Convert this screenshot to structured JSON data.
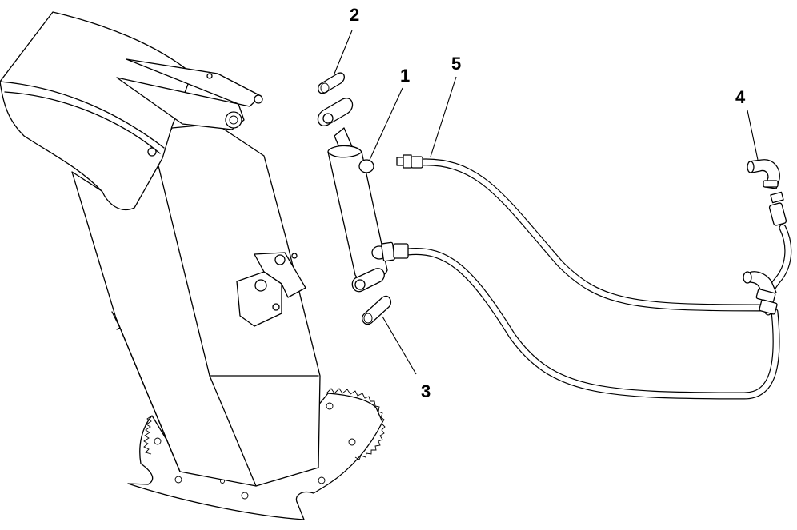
{
  "diagram": {
    "callouts": [
      {
        "id": "c2",
        "text": "2"
      },
      {
        "id": "c1",
        "text": "1"
      },
      {
        "id": "c5",
        "text": "5"
      },
      {
        "id": "c4",
        "text": "4"
      },
      {
        "id": "c3",
        "text": "3"
      }
    ]
  }
}
